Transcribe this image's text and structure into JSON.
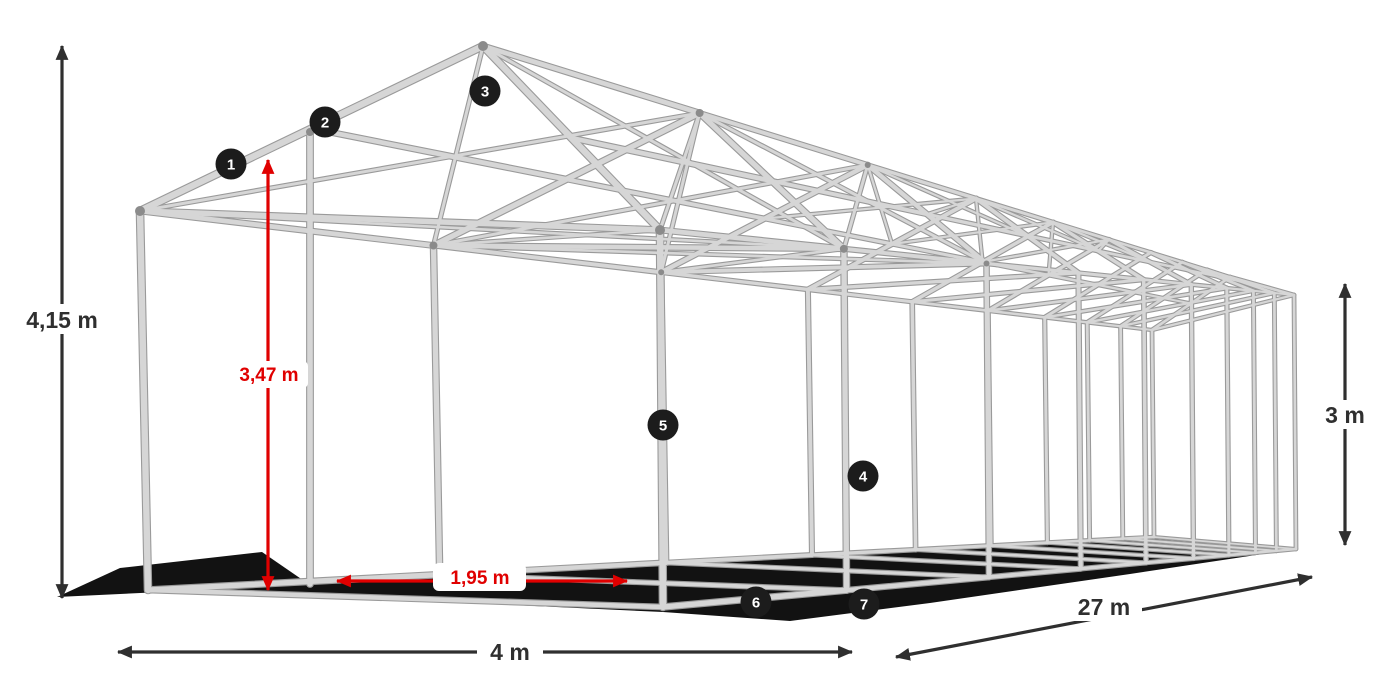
{
  "diagram": {
    "type": "tent-frame-construction-wireframe",
    "dimensions": {
      "total_height": {
        "label": "4,15 m",
        "color": "black",
        "orientation": "vertical",
        "side": "left"
      },
      "inner_height": {
        "label": "3,47 m",
        "color": "red",
        "orientation": "vertical",
        "side": "front"
      },
      "side_height": {
        "label": "3 m",
        "color": "black",
        "orientation": "vertical",
        "side": "right"
      },
      "width": {
        "label": "4 m",
        "color": "black",
        "orientation": "horizontal",
        "side": "bottom"
      },
      "length": {
        "label": "27 m",
        "color": "black",
        "orientation": "diagonal",
        "side": "bottom-right"
      },
      "passage_width": {
        "label": "1,95 m",
        "color": "red",
        "orientation": "horizontal",
        "side": "front-base"
      }
    },
    "markers": [
      {
        "number": "1"
      },
      {
        "number": "2"
      },
      {
        "number": "3"
      },
      {
        "number": "4"
      },
      {
        "number": "5"
      },
      {
        "number": "6"
      },
      {
        "number": "7"
      }
    ],
    "colors": {
      "background": "#ffffff",
      "frame_tube": "#d6d6d6",
      "frame_outline": "#9a9a9a",
      "shadow": "#121212",
      "dimension_text": "#2f2f2f",
      "dimension_red": "#e00000",
      "badge_background": "#1c1c1c",
      "badge_number": "#ffffff"
    }
  }
}
